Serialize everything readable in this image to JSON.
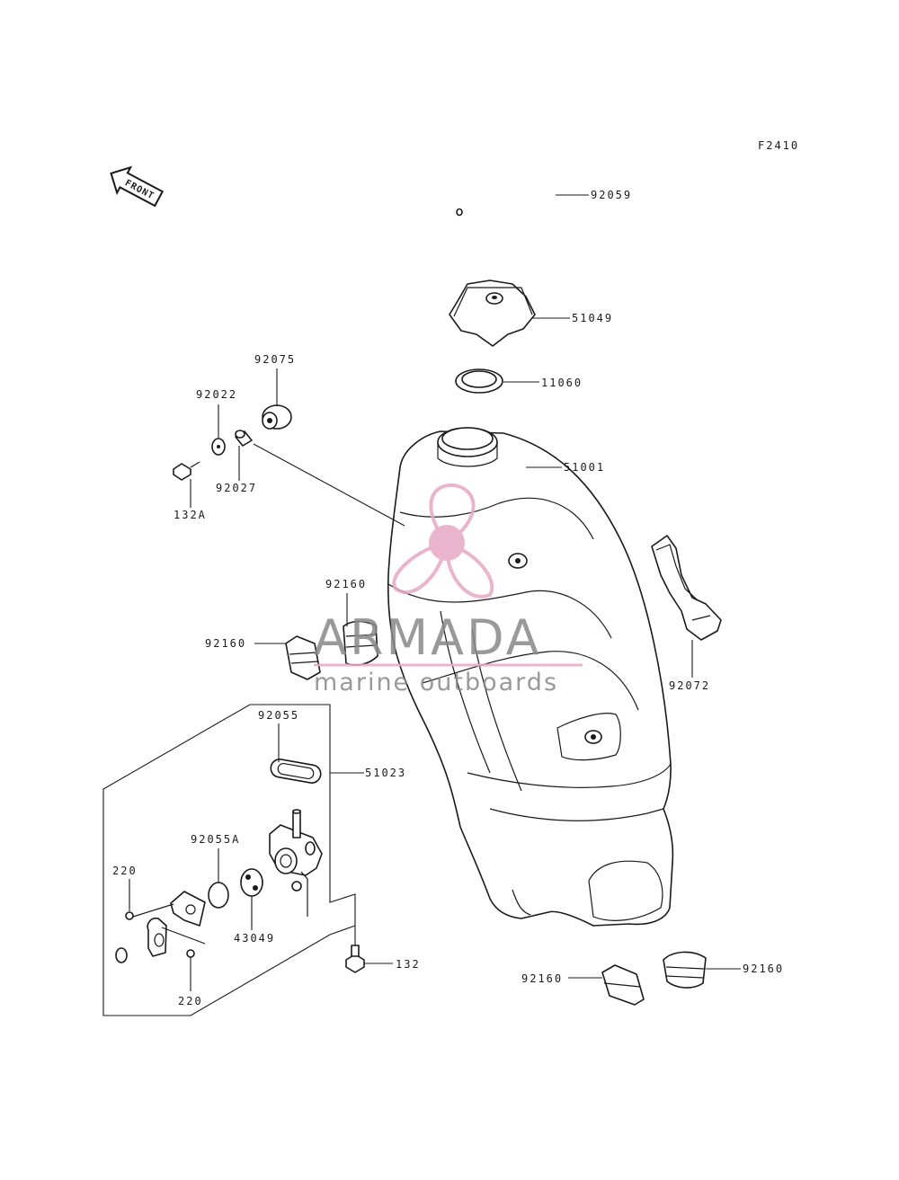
{
  "figure_code": "F2410",
  "front_arrow": {
    "label": "FRONT",
    "icon": "front-arrow-icon"
  },
  "watermark": {
    "brand": "ARMADA",
    "tagline": "marine outboards",
    "logo_icon": "propeller-logo-icon",
    "brand_color": "#888888",
    "logo_color": "#e7a9c4"
  },
  "callouts": {
    "hose": "92059",
    "cap": "51049",
    "gasket": "11060",
    "tank": "51001",
    "damper_top": "92075",
    "washer": "92022",
    "collar": "92027",
    "bolt_top": "132A",
    "band": "92072",
    "pad_upper": "92160",
    "pad_left": "92160",
    "pad_bottom_left": "92160",
    "pad_bottom_right": "92160",
    "cock_gasket": "92055",
    "fuel_cock": "51023",
    "oring": "92055A",
    "cock_plate": "43049",
    "screw_upper": "220",
    "screw_lower": "220",
    "bolt_cock": "132"
  }
}
